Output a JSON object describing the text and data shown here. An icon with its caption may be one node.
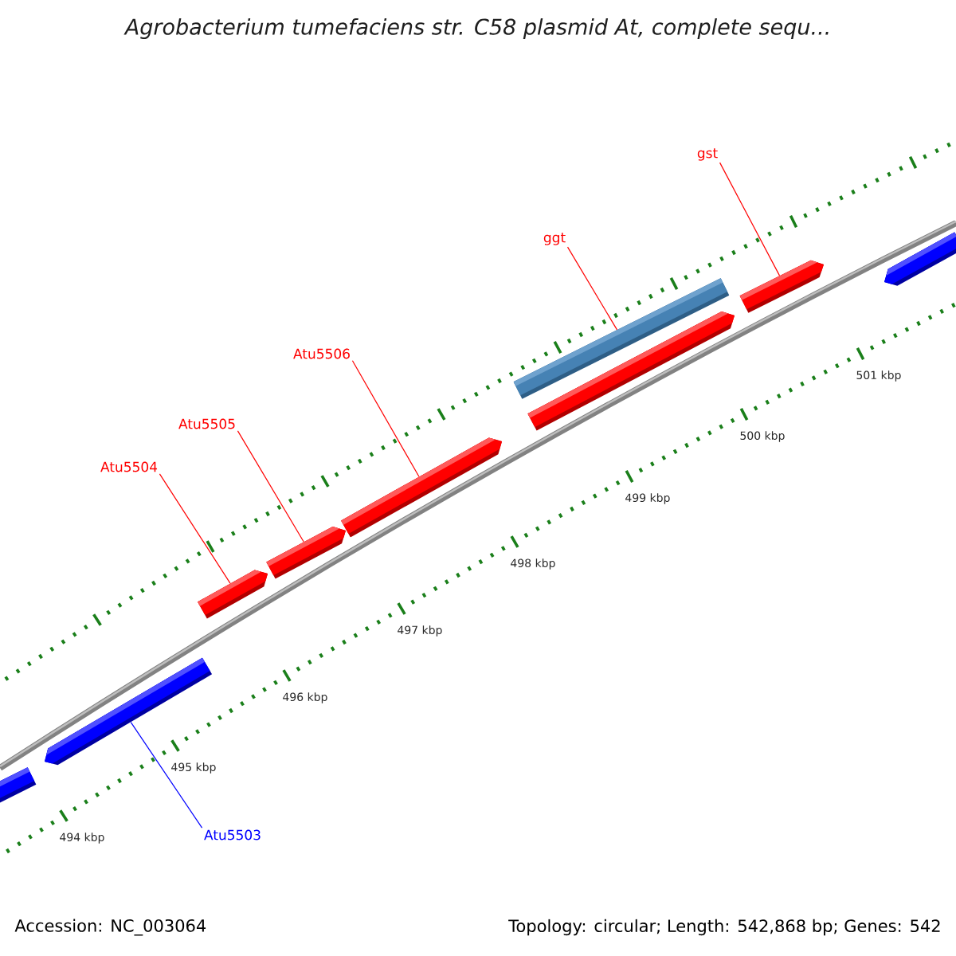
{
  "diagram": {
    "title": "Agrobacterium tumefaciens str. C58 plasmid At, complete sequ...",
    "nodes": [
      {
        "text": [
          "Atu5504"
        ]
      },
      {
        "text": [
          "Atu5505"
        ]
      },
      {
        "text": [
          "Atu5506"
        ]
      },
      {
        "text": [
          "ggt"
        ]
      },
      {
        "text": [
          "gst"
        ]
      },
      {
        "text": [
          "Atu5503"
        ]
      },
      {
        "text": [],
        "shape": "arrow"
      },
      {
        "text": [],
        "shape": "arrow"
      },
      {
        "text": [],
        "shape": "arrow"
      },
      {
        "text": [],
        "shape": "bar"
      },
      {
        "text": [],
        "shape": "arrow"
      },
      {
        "text": [],
        "shape": "arrow"
      },
      {
        "text": [],
        "shape": "arrow"
      },
      {
        "text": [],
        "shape": "bar"
      },
      {
        "text": [],
        "shape": "arrow"
      }
    ],
    "edges": [
      {
        "from": 0,
        "to": 6,
        "arrow": "none"
      },
      {
        "from": 1,
        "to": 7,
        "arrow": "none"
      },
      {
        "from": 2,
        "to": 8,
        "arrow": "none"
      },
      {
        "from": 3,
        "to": 9,
        "arrow": "none"
      },
      {
        "from": 4,
        "to": 10,
        "arrow": "none"
      },
      {
        "from": 5,
        "to": 11,
        "arrow": "none",
        "color": "#0000ff"
      }
    ],
    "labels": [
      "494 kbp",
      "495 kbp",
      "496 kbp",
      "497 kbp",
      "498 kbp",
      "499 kbp",
      "500 kbp",
      "501 kbp",
      "Accession: NC_003064",
      "Topology: circular; Length: 542,868 bp; Genes: 542"
    ]
  }
}
